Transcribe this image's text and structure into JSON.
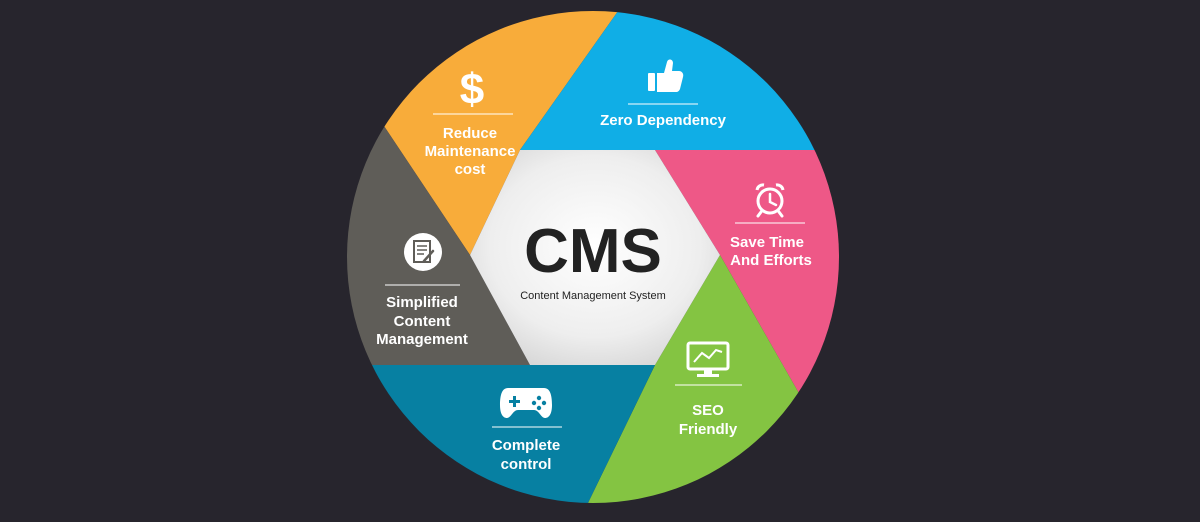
{
  "center": {
    "title": "CMS",
    "subtitle": "Content Management System"
  },
  "segments": [
    {
      "id": "reduce-cost",
      "color": "#f8ac3a",
      "icon": "dollar-icon",
      "lines": [
        "Reduce",
        "Maintenance",
        "cost"
      ]
    },
    {
      "id": "zero-dependency",
      "color": "#10aee6",
      "icon": "thumbs-up-icon",
      "lines": [
        "Zero Dependency"
      ]
    },
    {
      "id": "save-time",
      "color": "#ee5887",
      "icon": "alarm-clock-icon",
      "lines": [
        "Save Time",
        "And Efforts"
      ]
    },
    {
      "id": "seo-friendly",
      "color": "#84c442",
      "icon": "monitor-chart-icon",
      "lines": [
        "SEO",
        "Friendly"
      ]
    },
    {
      "id": "complete-control",
      "color": "#0780a2",
      "icon": "gamepad-icon",
      "lines": [
        "Complete",
        "control"
      ]
    },
    {
      "id": "simplified-content",
      "color": "#5f5d58",
      "icon": "document-edit-icon",
      "lines": [
        "Simplified",
        "Content",
        "Management"
      ]
    }
  ],
  "colors": {
    "background": "#27252d",
    "hub": "#f2f2f2",
    "text": "#ffffff"
  }
}
